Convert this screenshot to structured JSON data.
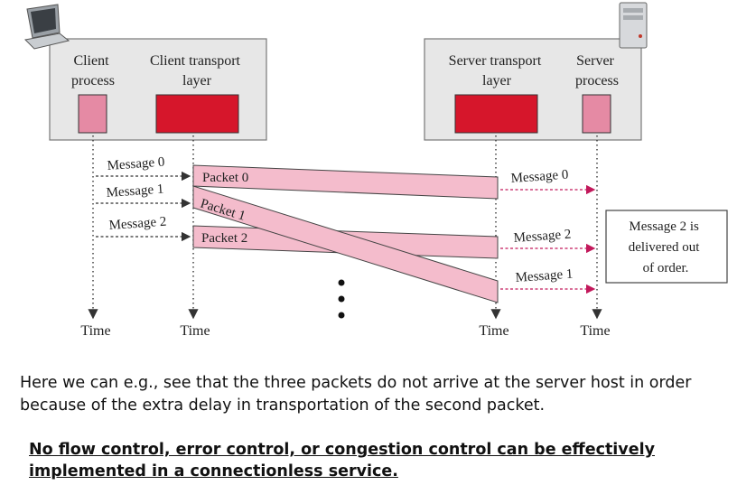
{
  "diagram": {
    "client_process_label": [
      "Client",
      "process"
    ],
    "client_transport_label": [
      "Client transport",
      "layer"
    ],
    "server_transport_label": [
      "Server transport",
      "layer"
    ],
    "server_process_label": [
      "Server",
      "process"
    ],
    "client_messages": [
      "Message 0",
      "Message 1",
      "Message 2"
    ],
    "packets": [
      "Packet 0",
      "Packet 1",
      "Packet 2"
    ],
    "server_messages": [
      "Message 0",
      "Message 2",
      "Message 1"
    ],
    "out_of_order_note": [
      "Message 2 is",
      "delivered out",
      "of order."
    ],
    "time_labels": [
      "Time",
      "Time",
      "Time",
      "Time"
    ],
    "colors": {
      "box_fill": "#e7e7e7",
      "transport_red": "#d6162b",
      "process_pink": "#e58aa4",
      "packet_pink": "#f4bccc",
      "arrow": "#333333",
      "server_arrow": "#c2185b"
    },
    "icons": [
      "laptop-icon",
      "server-tower-icon"
    ]
  },
  "caption": "Here we can e.g., see that the three packets do not arrive at the server host in order because of the extra delay in transportation of the second packet.",
  "note": "No flow control, error control, or congestion control can be effectively implemented in a connectionless service."
}
